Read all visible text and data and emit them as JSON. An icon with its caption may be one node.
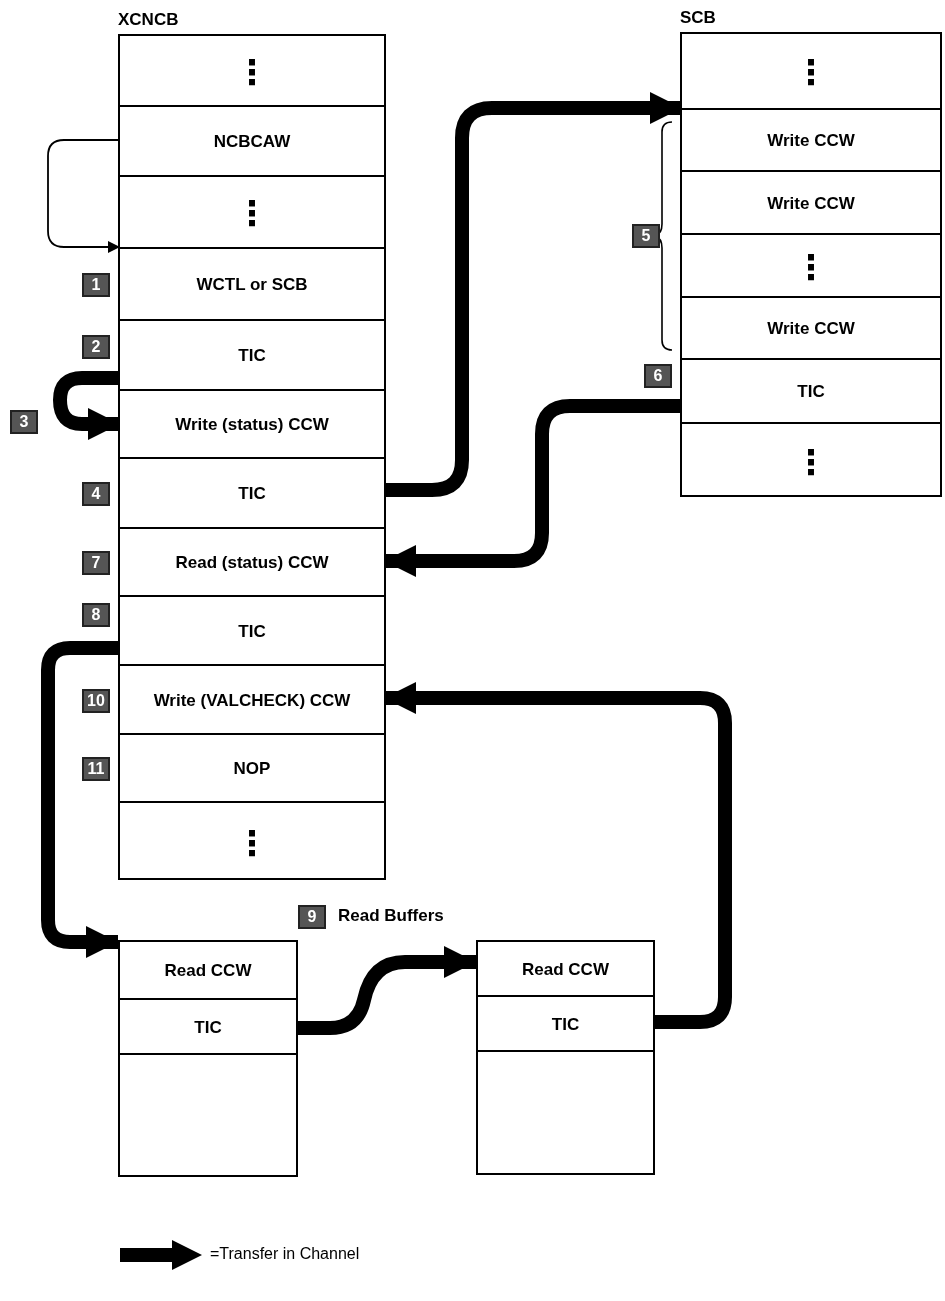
{
  "diagram": {
    "nodes": [
      {
        "text": [
          "XCNCB"
        ]
      },
      {
        "text": [
          "⋮"
        ],
        "in": 0
      },
      {
        "text": [
          "NCBCAW"
        ],
        "in": 0
      },
      {
        "text": [
          "⋮"
        ],
        "in": 0
      },
      {
        "text": [
          "WCTL or SCB"
        ],
        "in": 0,
        "beside": [
          "1"
        ]
      },
      {
        "text": [
          "TIC"
        ],
        "in": 0,
        "beside": [
          "2"
        ]
      },
      {
        "text": [
          "Write (status) CCW"
        ],
        "in": 0
      },
      {
        "text": [
          "TIC"
        ],
        "in": 0,
        "beside": [
          "4"
        ]
      },
      {
        "text": [
          "Read (status) CCW"
        ],
        "in": 0,
        "beside": [
          "7"
        ]
      },
      {
        "text": [
          "TIC"
        ],
        "in": 0,
        "beside": [
          "8"
        ]
      },
      {
        "text": [
          "Write (VALCHECK) CCW"
        ],
        "in": 0,
        "beside": [
          "10"
        ]
      },
      {
        "text": [
          "NOP"
        ],
        "in": 0,
        "beside": [
          "11"
        ]
      },
      {
        "text": [
          "⋮"
        ],
        "in": 0
      },
      {
        "text": [
          "SCB"
        ]
      },
      {
        "text": [
          "⋮"
        ],
        "in": 13
      },
      {
        "text": [
          "Write CCW"
        ],
        "in": 13
      },
      {
        "text": [
          "Write CCW"
        ],
        "in": 13
      },
      {
        "text": [
          "⋮"
        ],
        "in": 13
      },
      {
        "text": [
          "Write CCW"
        ],
        "in": 13
      },
      {
        "text": [
          "TIC"
        ],
        "in": 13,
        "beside": [
          "6"
        ]
      },
      {
        "text": [
          "⋮"
        ],
        "in": 13
      },
      {
        "text": [],
        "shape": "box"
      },
      {
        "text": [
          "Read CCW"
        ],
        "in": 21
      },
      {
        "text": [
          "TIC"
        ],
        "in": 21
      },
      {
        "text": [],
        "shape": "box",
        "in": 21
      },
      {
        "text": [],
        "shape": "box"
      },
      {
        "text": [
          "Read CCW"
        ],
        "in": 25
      },
      {
        "text": [
          "TIC"
        ],
        "in": 25
      },
      {
        "text": [],
        "shape": "box",
        "in": 25
      }
    ],
    "edges": [
      {
        "from": 2,
        "to": 4,
        "arrow": "to"
      },
      {
        "from": 5,
        "to": 6,
        "arrow": "to"
      },
      {
        "from": 7,
        "to": 15,
        "arrow": "to"
      },
      {
        "from": 19,
        "to": 8,
        "arrow": "to"
      },
      {
        "from": 9,
        "to": 21,
        "arrow": "to"
      },
      {
        "from": 23,
        "to": 25,
        "arrow": "to"
      },
      {
        "from": 27,
        "to": 10,
        "arrow": "to"
      }
    ],
    "labels": [
      "3",
      "5",
      "9",
      "Read Buffers"
    ],
    "legend": [
      {
        "text": "=Transfer in Channel"
      }
    ]
  }
}
